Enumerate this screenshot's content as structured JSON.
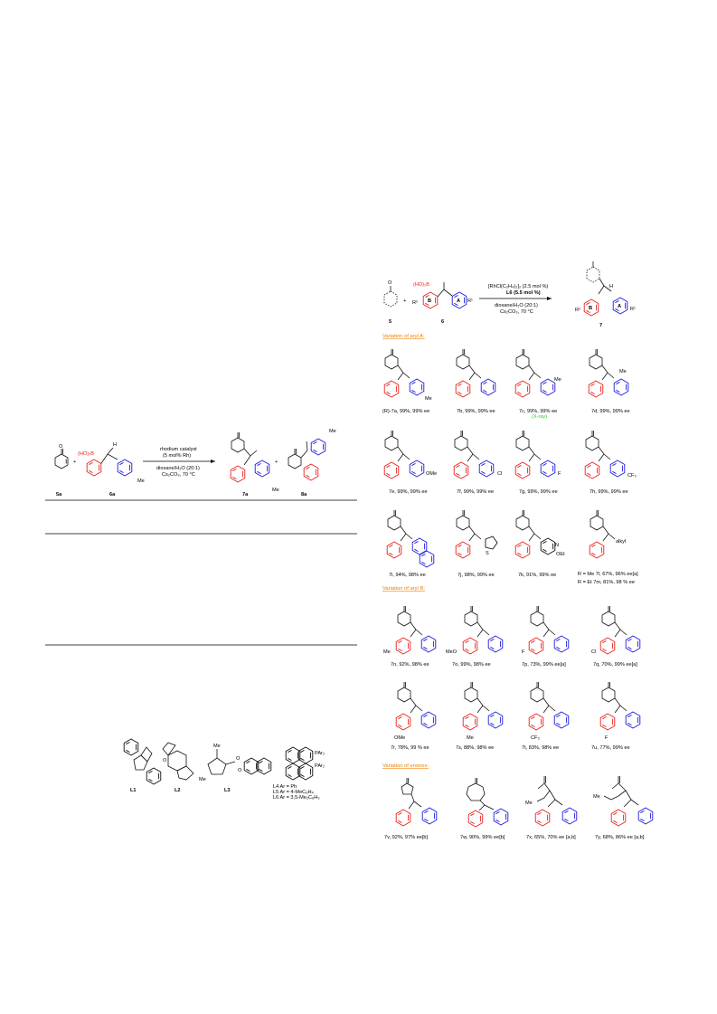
{
  "table_scheme": {
    "reagent_5a": "5a",
    "reagent_6a": "6a",
    "boronic": "(HO)₂B",
    "h_label": "H",
    "me_label": "Me",
    "cond_line1": "rhodium catalyst",
    "cond_line2": "(5 mol% Rh)",
    "cond_line3": "dioxane/H₂O (20:1)",
    "cond_line4": "Cs₂CO₃, 70 °C",
    "product_7a": "7a",
    "product_8a": "8a",
    "plus": "+"
  },
  "ligands": [
    {
      "name": "L1"
    },
    {
      "name": "L2"
    },
    {
      "name": "L3"
    },
    {
      "name": "L4 Ar = Ph",
      "extra": [
        "L5 Ar = 4-MeC₆H₄",
        "L6 Ar = 3,5-Me₂C₆H₃"
      ]
    }
  ],
  "ligand_labels": {
    "pair1": "PAr₂",
    "pair2": "PAr₂",
    "me": "Me",
    "o": "O"
  },
  "main_scheme": {
    "r2": "R²",
    "r1": "R¹",
    "ring_b": "B",
    "ring_a": "A",
    "boronic": "(HO)₂B",
    "cond_line1": "[RhCl(C₂H₄)₂]₂ (2.5 mol %)",
    "cond_line2": "L6 (5.5 mol %)",
    "cond_line3": "dioxane/H₂O (20:1)",
    "cond_line4": "Cs₂CO₃, 70 °C",
    "label_5": "5",
    "label_6": "6",
    "label_7": "7",
    "h_label": "H"
  },
  "sections": {
    "aryl_a": "Variation of aryl A:",
    "aryl_b": "Variation of aryl B:",
    "enones": "Variation of enones:"
  },
  "compounds": {
    "c7a": {
      "label": "(R)-7a, 99%, 99% ee",
      "sub": "Me"
    },
    "c7b": {
      "label": "7b, 99%, 99% ee"
    },
    "c7c": {
      "label": "7c, 99%, 99% ee",
      "sub": "Me",
      "note": "(X-ray)"
    },
    "c7d": {
      "label": "7d, 99%, 99% ee",
      "sub": "Me"
    },
    "c7e": {
      "label": "7e, 99%, 99% ee",
      "sub": "OMe"
    },
    "c7f": {
      "label": "7f, 99%, 99% ee",
      "sub": "Cl"
    },
    "c7g": {
      "label": "7g, 99%, 99% ee",
      "sub": "F"
    },
    "c7h": {
      "label": "7h, 99%, 99% ee",
      "sub": "CF₃"
    },
    "c7i": {
      "label": "7i, 94%, 98% ee"
    },
    "c7j": {
      "label": "7j, 98%, 99% ee",
      "sub": "S"
    },
    "c7k": {
      "label": "7k, 91%, 99% ee",
      "sub": "OEt",
      "n": "N"
    },
    "c7lm": {
      "label1": "R = Me 7l, 67%, 96% ee[a]",
      "label2": "R = Et  7m, 81%, 98 % ee",
      "sub": "alkyl"
    },
    "c7n": {
      "label": "7n, 92%, 98% ee",
      "sub": "Me"
    },
    "c7o": {
      "label": "7o, 99%, 98% ee",
      "sub": "MeO"
    },
    "c7p": {
      "label": "7p, 73%, 99% ee[a]",
      "sub": "F"
    },
    "c7q": {
      "label": "7q, 70%, 99% ee[a]",
      "sub": "Cl"
    },
    "c7r": {
      "label": "7r, 78%, 99 % ee",
      "sub": "OMe"
    },
    "c7s": {
      "label": "7s, 88%, 98% ee",
      "sub": "Me"
    },
    "c7t": {
      "label": "7t, 83%, 98% ee",
      "sub": "CF₃"
    },
    "c7u": {
      "label": "7u, 77%, 99% ee",
      "sub": "F"
    },
    "c7v": {
      "label": "7v, 92%, 97% ee[b]"
    },
    "c7w": {
      "label": "7w, 90%, 99% ee[b]"
    },
    "c7x": {
      "label": "7x, 65%, 70% ee [a,b]",
      "sub": "Me"
    },
    "c7y": {
      "label": "7y, 68%, 86% ee [a,b]",
      "sub": "Me"
    }
  },
  "colors": {
    "aryl_b": "#e8211b",
    "aryl_a": "#1b1bdd",
    "section": "#f07c00",
    "xray": "#22cc22"
  }
}
